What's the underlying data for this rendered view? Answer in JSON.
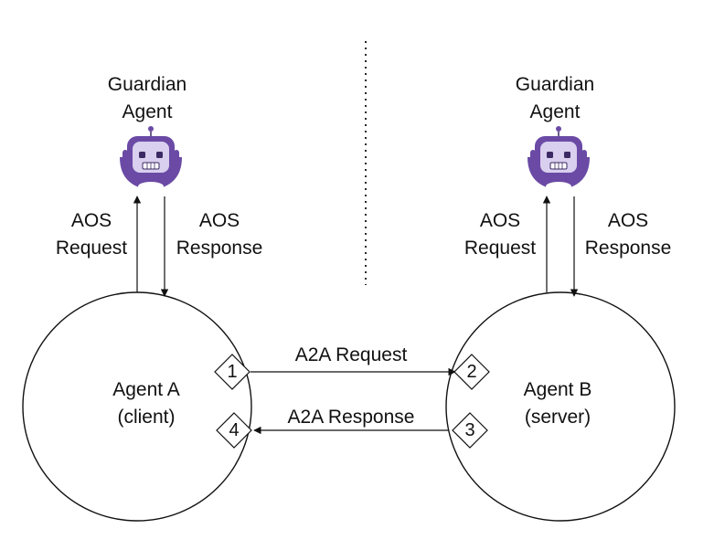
{
  "colors": {
    "stroke": "#111111",
    "robot_purple": "#6b4aa6",
    "robot_light": "#d9cfee",
    "robot_dark": "#3b2a63",
    "robot_white": "#ffffff"
  },
  "guardian_left": {
    "line1": "Guardian",
    "line2": "Agent",
    "icon": "robot-icon"
  },
  "guardian_right": {
    "line1": "Guardian",
    "line2": "Agent",
    "icon": "robot-icon"
  },
  "left_links": {
    "request_line1": "AOS",
    "request_line2": "Request",
    "response_line1": "AOS",
    "response_line2": "Response"
  },
  "right_links": {
    "request_line1": "AOS",
    "request_line2": "Request",
    "response_line1": "AOS",
    "response_line2": "Response"
  },
  "agent_a": {
    "line1": "Agent A",
    "line2": "(client)"
  },
  "agent_b": {
    "line1": "Agent B",
    "line2": "(server)"
  },
  "a2a": {
    "request": "A2A Request",
    "response": "A2A Response"
  },
  "steps": [
    "1",
    "2",
    "3",
    "4"
  ]
}
